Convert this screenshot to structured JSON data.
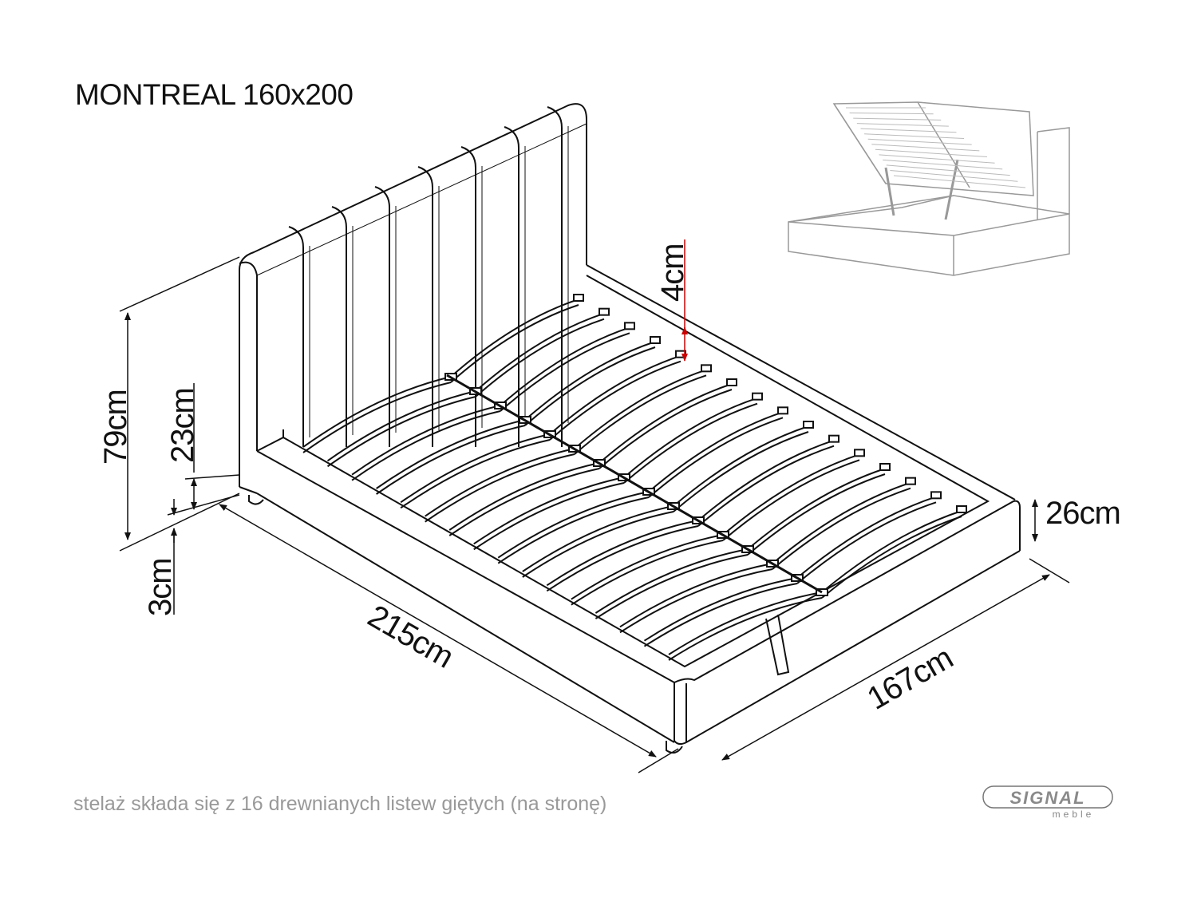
{
  "title": "MONTREAL 160x200",
  "caption": "stelaż składa się z 16 drewnianych listew giętych (na stronę)",
  "dimensions": {
    "headboard_height": "79cm",
    "frame_height_above_floor": "23cm",
    "leg_height": "3cm",
    "slat_depth": "4cm",
    "length": "215cm",
    "width": "167cm",
    "frame_height": "26cm"
  },
  "slats_per_side": 16,
  "logo": {
    "brand": "SIGNAL",
    "sub": "meble"
  },
  "colors": {
    "line": "#111111",
    "accent_arrow": "#cc0000",
    "caption": "#999999",
    "logo": "#8a8a8a"
  }
}
